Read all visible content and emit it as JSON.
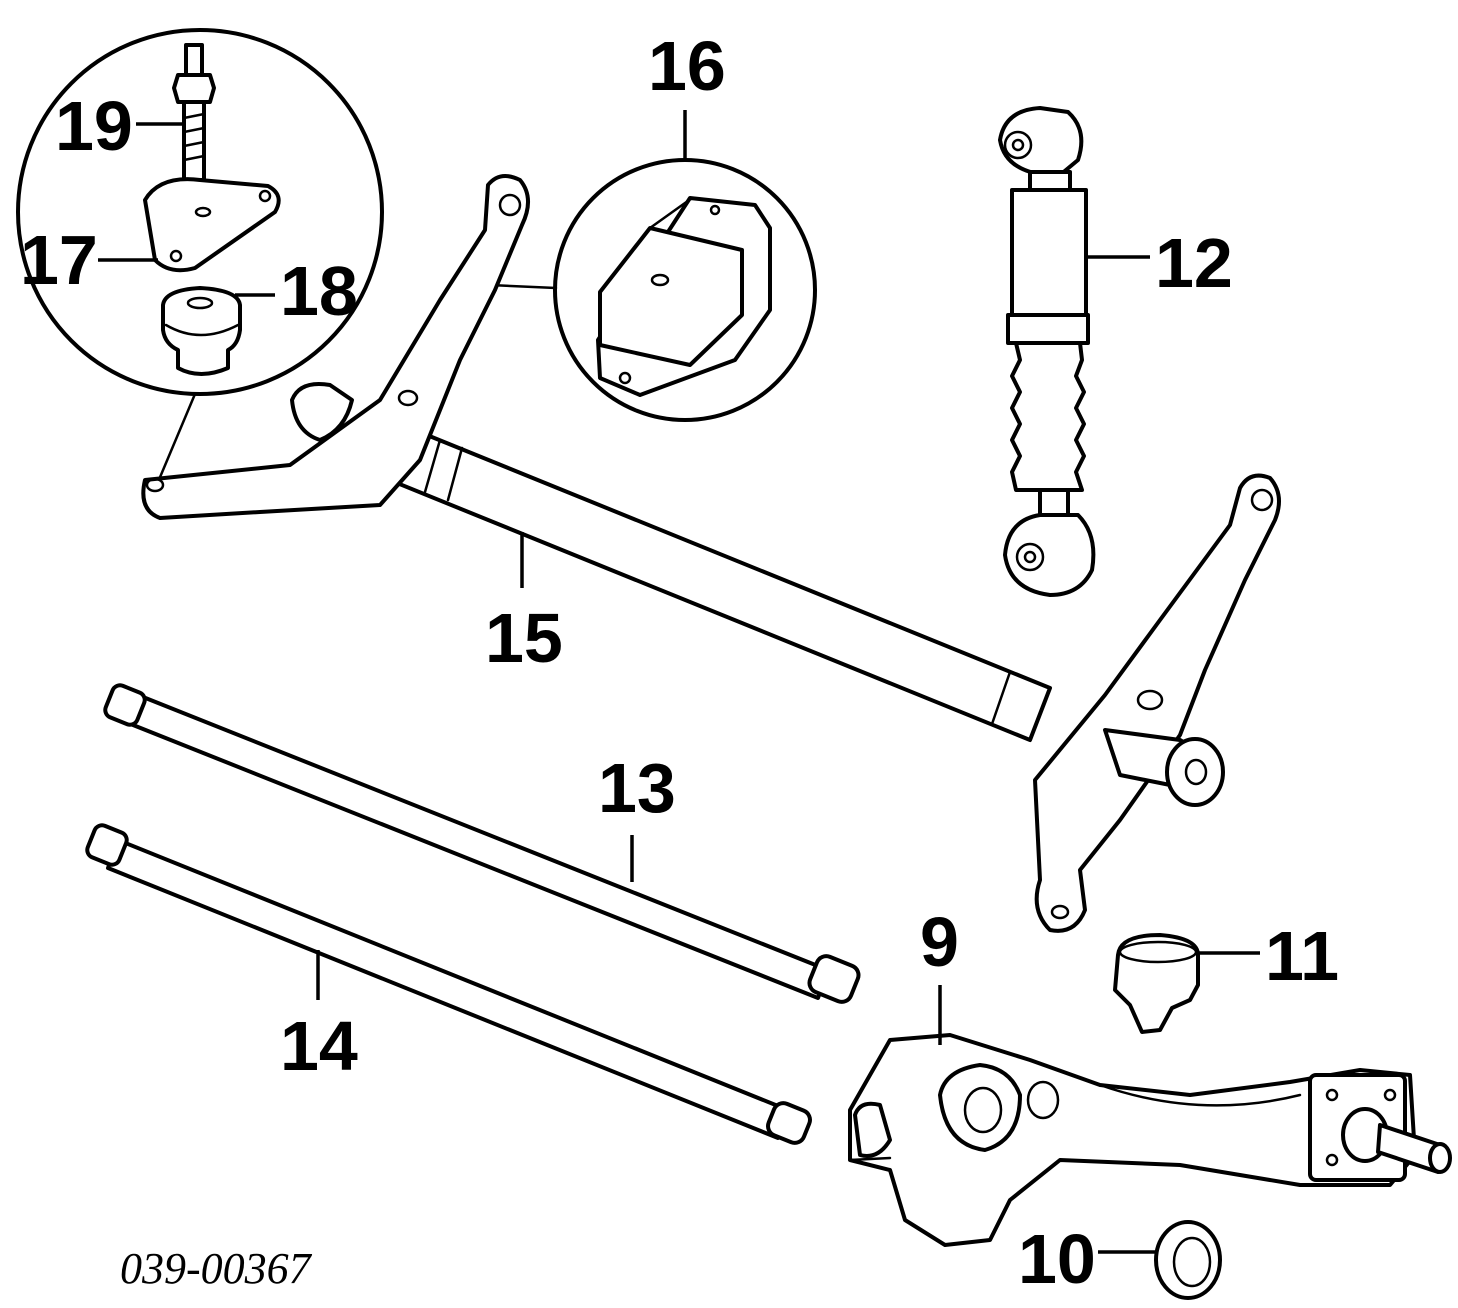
{
  "labels": {
    "p9": "9",
    "p10": "10",
    "p11": "11",
    "p12": "12",
    "p13": "13",
    "p14": "14",
    "p15": "15",
    "p16": "16",
    "p17": "17",
    "p18": "18",
    "p19": "19"
  },
  "reference_code": "039-00367",
  "colors": {
    "line": "#000000",
    "fill": "#ffffff"
  }
}
